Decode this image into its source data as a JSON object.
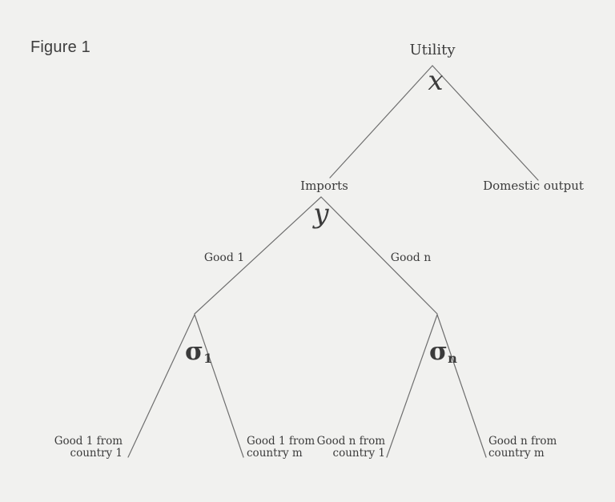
{
  "figure": {
    "title": "Figure 1"
  },
  "colors": {
    "background": "#f1f1ef",
    "text": "#3b3b3b",
    "line": "#6e6e6e"
  },
  "tree": {
    "root": {
      "label": "Utility",
      "var": "x"
    },
    "level2": {
      "left": {
        "label": "Imports",
        "var": "y"
      },
      "right": {
        "label": "Domestic output"
      }
    },
    "edges": {
      "left": "Good 1",
      "right": "Good n"
    },
    "sigma1": {
      "symbol": "σ",
      "sub": "1"
    },
    "sigman": {
      "symbol": "σ",
      "sub": "n"
    },
    "leaves": [
      {
        "line1": "Good 1 from",
        "line2": "country 1"
      },
      {
        "line1": "Good 1 from",
        "line2": "country m"
      },
      {
        "line1": "Good n from",
        "line2": "country 1"
      },
      {
        "line1": "Good n from",
        "line2": "country m"
      }
    ]
  }
}
